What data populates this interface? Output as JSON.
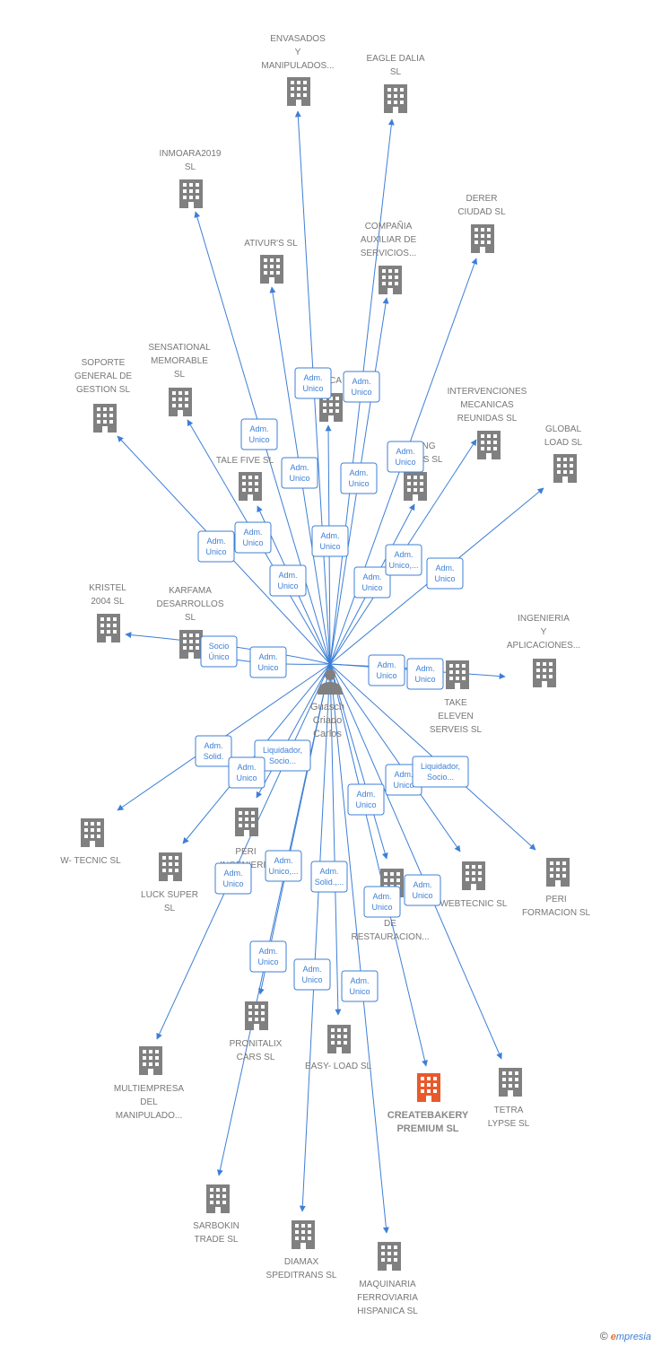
{
  "person": {
    "name": [
      "Guasch",
      "Criado",
      "Carlos"
    ]
  },
  "colors": {
    "edge": "#3d7fd6",
    "building": "#808080",
    "highlight": "#e8592c",
    "person": "#808080"
  },
  "companies": [
    {
      "id": "envasados",
      "label": [
        "ENVASADOS",
        "Y",
        "MANIPULADOS..."
      ]
    },
    {
      "id": "eagle",
      "label": [
        "EAGLE DALIA",
        "SL"
      ]
    },
    {
      "id": "inmoara",
      "label": [
        "INMOARA2019",
        "SL"
      ]
    },
    {
      "id": "derer",
      "label": [
        "DERER",
        "CIUDAD SL"
      ]
    },
    {
      "id": "ativurs",
      "label": [
        "ATIVUR'S SL"
      ]
    },
    {
      "id": "compania",
      "label": [
        "COMPAÑIA",
        "AUXILIAR DE",
        "SERVICIOS..."
      ]
    },
    {
      "id": "soporte",
      "label": [
        "SOPORTE",
        "GENERAL DE",
        "GESTION SL"
      ]
    },
    {
      "id": "sensational",
      "label": [
        "SENSATIONAL",
        "MEMORABLE",
        "SL"
      ]
    },
    {
      "id": "ca",
      "label": [
        "CA"
      ]
    },
    {
      "id": "intervenciones",
      "label": [
        "INTERVENCIONES",
        "MECANICAS",
        "REUNIDAS SL"
      ]
    },
    {
      "id": "global",
      "label": [
        "GLOBAL",
        "LOAD SL"
      ]
    },
    {
      "id": "talefive",
      "label": [
        "TALE FIVE SL"
      ]
    },
    {
      "id": "ng",
      "label": [
        "NG",
        "P S SL"
      ]
    },
    {
      "id": "kristel",
      "label": [
        "KRISTEL",
        "2004 SL"
      ]
    },
    {
      "id": "karfama",
      "label": [
        "KARFAMA",
        "DESARROLLOS",
        "SL"
      ]
    },
    {
      "id": "ingenieria",
      "label": [
        "INGENIERIA",
        "Y",
        "APLICACIONES..."
      ]
    },
    {
      "id": "takeeleven",
      "label": [
        "TAKE",
        "ELEVEN",
        "SERVEIS SL"
      ]
    },
    {
      "id": "wtecnic",
      "label": [
        "W- TECNIC SL"
      ]
    },
    {
      "id": "luck",
      "label": [
        "LUCK SUPER",
        "SL"
      ]
    },
    {
      "id": "peri_ing",
      "label": [
        "PERI",
        "INGENIERIA"
      ]
    },
    {
      "id": "restauracion",
      "label": [
        "NG",
        "DE",
        "RESTAURACION..."
      ]
    },
    {
      "id": "webtecnic",
      "label": [
        "WEBTECNIC SL"
      ]
    },
    {
      "id": "periform",
      "label": [
        "PERI",
        "FORMACION SL"
      ]
    },
    {
      "id": "multiempresa",
      "label": [
        "MULTIEMPRESA",
        "DEL",
        "MANIPULADO..."
      ]
    },
    {
      "id": "pronitalix",
      "label": [
        "PRONITALIX",
        "CARS SL"
      ]
    },
    {
      "id": "easyload",
      "label": [
        "EASY- LOAD SL"
      ]
    },
    {
      "id": "createbakery",
      "label": [
        "CREATEBAKERY",
        "PREMIUM SL"
      ],
      "highlight": true
    },
    {
      "id": "tetra",
      "label": [
        "TETRA",
        "LYPSE SL"
      ]
    },
    {
      "id": "sarbokin",
      "label": [
        "SARBOKIN",
        "TRADE SL"
      ]
    },
    {
      "id": "diamax",
      "label": [
        "DIAMAX",
        "SPEDITRANS SL"
      ]
    },
    {
      "id": "maquinaria",
      "label": [
        "MAQUINARIA",
        "FERROVIARIA",
        "HISPANICA SL"
      ]
    }
  ],
  "roles": [
    {
      "id": "r_envasados",
      "label": [
        "Adm.",
        "Unico"
      ]
    },
    {
      "id": "r_eagle",
      "label": [
        "Adm.",
        "Unico"
      ]
    },
    {
      "id": "r_inmoara",
      "label": [
        "Adm.",
        "Unico"
      ]
    },
    {
      "id": "r_ativurs",
      "label": [
        "Adm.",
        "Unico"
      ]
    },
    {
      "id": "r_compania",
      "label": [
        "Adm.",
        "Unico"
      ]
    },
    {
      "id": "r_ng",
      "label": [
        "Adm.",
        "Unico"
      ]
    },
    {
      "id": "r_soporte",
      "label": [
        "Adm.",
        "Unico"
      ]
    },
    {
      "id": "r_sensational",
      "label": [
        "Adm.",
        "Unico"
      ]
    },
    {
      "id": "r_ca",
      "label": [
        "Adm.",
        "Unico"
      ]
    },
    {
      "id": "r_talefive",
      "label": [
        "Adm.",
        "Unico"
      ]
    },
    {
      "id": "r_derer",
      "label": [
        "Adm.",
        "Unico"
      ]
    },
    {
      "id": "r_intervenciones",
      "label": [
        "Adm.",
        "Unico,..."
      ]
    },
    {
      "id": "r_global",
      "label": [
        "Adm.",
        "Unico"
      ]
    },
    {
      "id": "r_karfama",
      "label": [
        "Socio",
        "Único"
      ]
    },
    {
      "id": "r_kristel",
      "label": [
        "Adm.",
        "Unico"
      ]
    },
    {
      "id": "r_takeeleven",
      "label": [
        "Adm.",
        "Unico"
      ]
    },
    {
      "id": "r_ingenieria",
      "label": [
        "Adm.",
        "Unico"
      ]
    },
    {
      "id": "r_wtecnic",
      "label": [
        "Adm.",
        "Solid."
      ]
    },
    {
      "id": "r_peri_ing",
      "label": [
        "Liquidador,",
        "Socio..."
      ]
    },
    {
      "id": "r_luck",
      "label": [
        "Adm.",
        "Unico"
      ]
    },
    {
      "id": "r_webtecnic",
      "label": [
        "Adm.",
        "Unico"
      ]
    },
    {
      "id": "r_periform",
      "label": [
        "Liquidador,",
        "Socio..."
      ]
    },
    {
      "id": "r_createbakery",
      "label": [
        "Adm.",
        "Unico"
      ]
    },
    {
      "id": "r_sarbokin",
      "label": [
        "Adm.",
        "Unico,..."
      ]
    },
    {
      "id": "r_easyload",
      "label": [
        "Adm.",
        "Solid.,..."
      ]
    },
    {
      "id": "r_multiempresa",
      "label": [
        "Adm.",
        "Unico"
      ]
    },
    {
      "id": "r_restauracion",
      "label": [
        "Adm.",
        "Unico"
      ]
    },
    {
      "id": "r_tetra",
      "label": [
        "Adm.",
        "Unico"
      ]
    },
    {
      "id": "r_pronitalix",
      "label": [
        "Adm.",
        "Unico"
      ]
    },
    {
      "id": "r_diamax",
      "label": [
        "Adm.",
        "Unico"
      ]
    },
    {
      "id": "r_maquinaria",
      "label": [
        "Adm.",
        "Unico"
      ]
    }
  ],
  "footer": {
    "copyright": "©",
    "brand_e": "e",
    "brand_rest": "mpresia"
  }
}
